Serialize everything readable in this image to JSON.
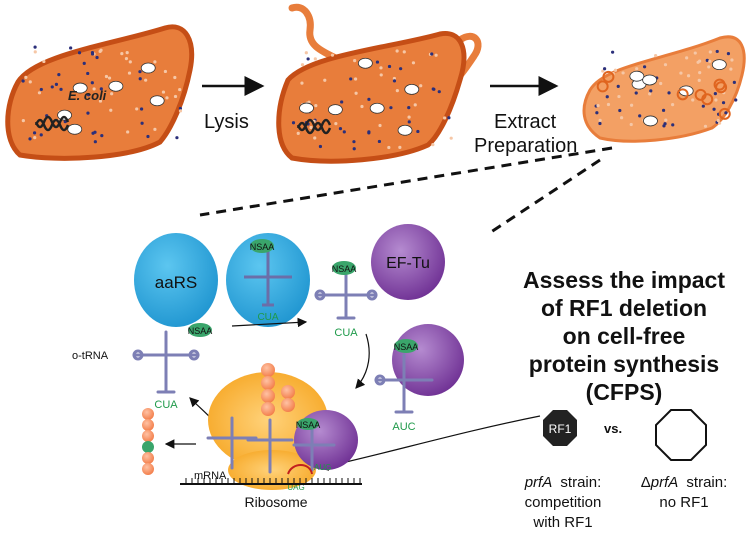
{
  "labels": {
    "lysis": "Lysis",
    "extract_line1": "Extract",
    "extract_line2": "Preparation",
    "ecoli": "E. coli",
    "aars": "aaRS",
    "eftu": "EF-Tu",
    "nsaa": "NSAA",
    "cua": "CUA",
    "auc": "AUC",
    "aug": "AUG",
    "uag": "UAG",
    "otrna": "o-tRNA",
    "mrna": "mRNA",
    "ribosome": "Ribosome"
  },
  "headline": {
    "line1": "Assess the impact",
    "line2": "of RF1 deletion",
    "line3": "on cell-free",
    "line4": "protein synthesis",
    "line5": "(CFPS)"
  },
  "comparison": {
    "rf1_badge": "RF1",
    "vs": "vs.",
    "left_gene": "prfA",
    "left_suffix": "strain:",
    "left_line2": "competition",
    "left_line3": "with RF1",
    "right_delta": "Δ",
    "right_gene": "prfA",
    "right_suffix": "strain:",
    "right_line2": "no RF1"
  },
  "colors": {
    "cell_fill": "#e87d3b",
    "cell_border": "#c54e16",
    "cell_light": "#f3a064",
    "aars_blue": "#2aa6df",
    "eftu_purple": "#7b3f9e",
    "nsaa_green": "#3aa56b",
    "trna_stroke": "#7d7fb5",
    "ribosome_orange": "#f7b030",
    "peptide_orange": "#f58c5a",
    "text_green": "#1f9a4a"
  }
}
